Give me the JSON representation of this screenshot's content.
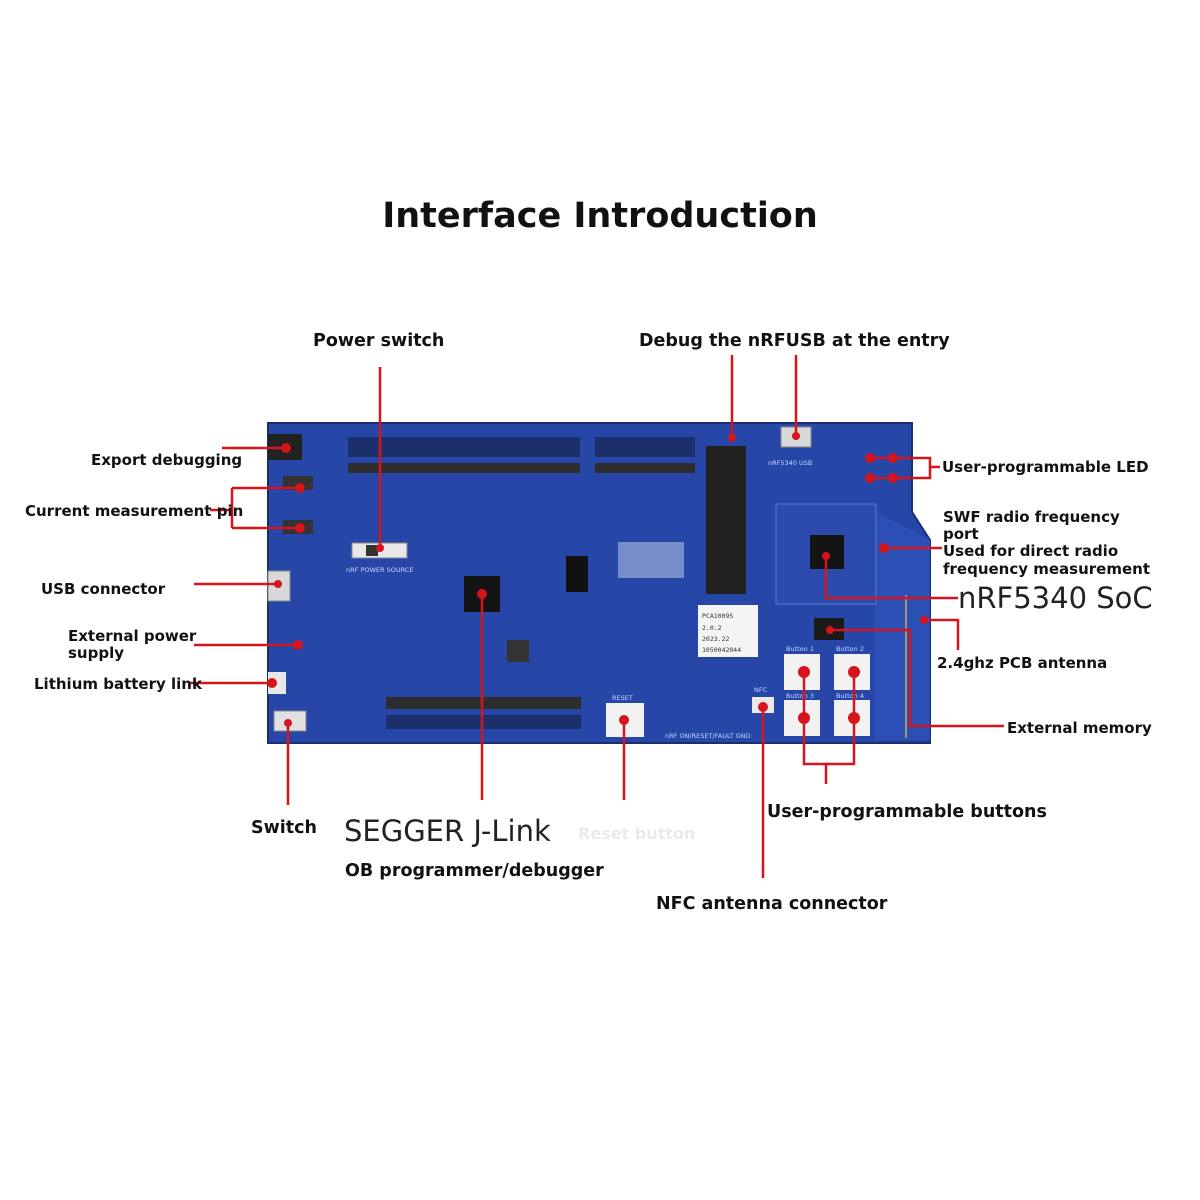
{
  "title": "Interface Introduction",
  "labels": {
    "power_switch": "Power switch",
    "debug_entry": "Debug the nRFUSB at the entry",
    "export_debugging": "Export debugging",
    "current_measurement": "Current measurement pin",
    "usb_connector": "USB connector",
    "external_power_1": "External power",
    "external_power_2": "supply",
    "lithium_battery": "Lithium battery link",
    "switch": "Switch",
    "segger_title": "SEGGER J-Link",
    "segger_sub": "OB programmer/debugger",
    "reset_button": "Reset button",
    "nfc_connector": "NFC antenna connector",
    "user_buttons": "User-programmable buttons",
    "user_led": "User-programmable LED",
    "swf_1": "SWF radio frequency",
    "swf_2": "port",
    "swf_3": "Used for direct radio",
    "swf_4": "frequency measurement",
    "soc": "nRF5340 SoC",
    "antenna": "2.4ghz PCB antenna",
    "external_memory": "External memory"
  },
  "board": {
    "label_card_lines": [
      "PCA10095",
      "2.0.2",
      "2023.22",
      "1050042044"
    ],
    "silk_usb": "nRF5340 USB",
    "silk_power": "nRF POWER SOURCE",
    "silk_reset": "RESET",
    "silk_nfc": "NFC",
    "silk_buttons": [
      "Button 1",
      "Button 2",
      "Button 3",
      "Button 4"
    ],
    "silk_bottom": "nRF ON/RESET/FAULT GND"
  },
  "colors": {
    "pcb": "#2647a8",
    "pcb_dark": "#1c367f",
    "callout": "#d6141c",
    "text": "#111111"
  }
}
